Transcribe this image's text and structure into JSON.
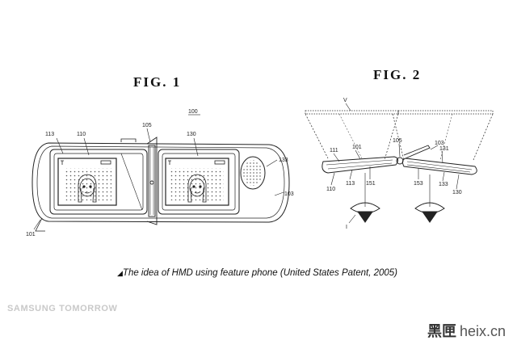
{
  "figures": {
    "fig1": {
      "title": "FIG. 1",
      "refs": {
        "r100": "100",
        "r113": "113",
        "r110": "110",
        "r105": "105",
        "r130": "130",
        "r133": "133",
        "r103": "103",
        "r101": "101"
      }
    },
    "fig2": {
      "title": "FIG. 2",
      "refs": {
        "rV": "V",
        "r105": "105",
        "r103": "103",
        "r101": "101",
        "r131": "131",
        "r111": "111",
        "r110": "110",
        "r113": "113",
        "r151": "151",
        "r153": "153",
        "r133": "133",
        "r130": "130",
        "rI": "I"
      }
    }
  },
  "caption": {
    "marker": "◢",
    "text": "The idea of HMD using feature phone (United States Patent, 2005)"
  },
  "branding": {
    "left": "SAMSUNG TOMORROW",
    "watermark_cn": "黑匣",
    "watermark_site": "heix.cn"
  },
  "colors": {
    "line": "#222222",
    "brand": "#c9c9c9"
  }
}
